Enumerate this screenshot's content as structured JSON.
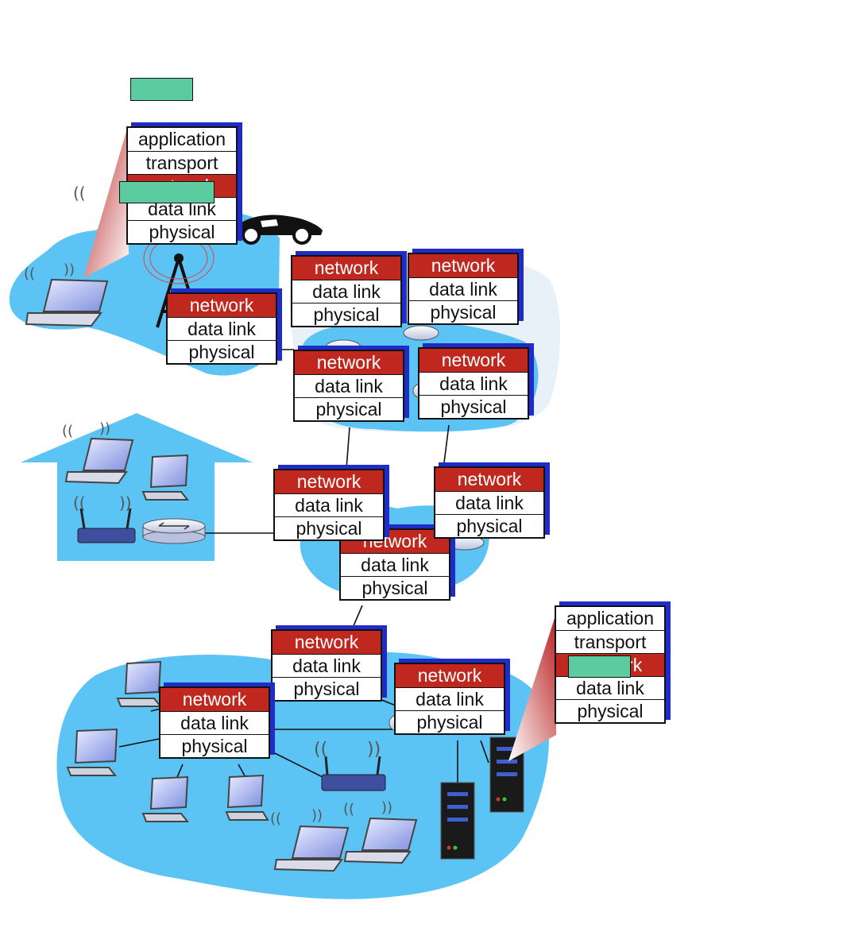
{
  "colors": {
    "cloud": "#5bc4f5",
    "network_layer": "#c0281f",
    "packet": "#5ccb9f",
    "stack_shadow": "#1f2cc8",
    "line": "#111111"
  },
  "icons": [
    "laptop-icon",
    "desktop-pc-icon",
    "server-icon",
    "router-icon",
    "wifi-router-icon",
    "cell-tower-icon",
    "car-icon",
    "home-icon"
  ],
  "source_stack": {
    "layers": [
      "application",
      "transport",
      "network",
      "data link",
      "physical"
    ]
  },
  "dest_stack": {
    "layers": [
      "application",
      "transport",
      "network",
      "data link",
      "physical"
    ]
  },
  "router_stacks": [
    {
      "id": "cell-router",
      "layers": [
        "network",
        "data link",
        "physical"
      ]
    },
    {
      "id": "core-router-1",
      "layers": [
        "network",
        "data link",
        "physical"
      ]
    },
    {
      "id": "core-router-2",
      "layers": [
        "network",
        "data link",
        "physical"
      ]
    },
    {
      "id": "core-router-3",
      "layers": [
        "network",
        "data link",
        "physical"
      ]
    },
    {
      "id": "core-router-4",
      "layers": [
        "network",
        "data link",
        "physical"
      ]
    },
    {
      "id": "home-router",
      "layers": [
        "network",
        "data link",
        "physical"
      ]
    },
    {
      "id": "regional-router",
      "layers": [
        "network",
        "data link",
        "physical"
      ]
    },
    {
      "id": "regional-center-router",
      "layers": [
        "network",
        "data link",
        "physical"
      ]
    },
    {
      "id": "enterprise-edge-router",
      "layers": [
        "network",
        "data link",
        "physical"
      ]
    },
    {
      "id": "enterprise-left-router",
      "layers": [
        "network",
        "data link",
        "physical"
      ]
    },
    {
      "id": "enterprise-right-router",
      "layers": [
        "network",
        "data link",
        "physical"
      ]
    }
  ]
}
